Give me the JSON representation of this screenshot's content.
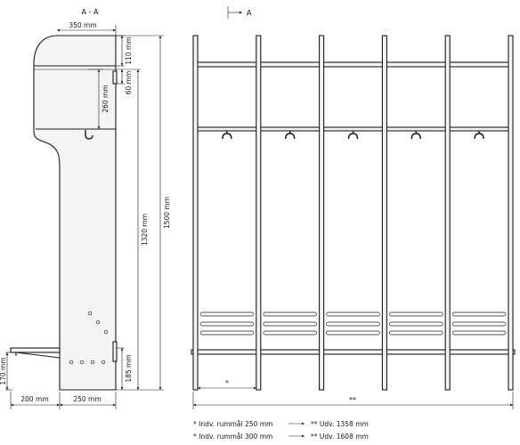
{
  "section_label": "A - A",
  "section_marker": "A",
  "dimensions": {
    "top_width": "350 mm",
    "top_shelf": "110 mm",
    "gap_small": "60 mm",
    "hook_height": "260 mm",
    "inner_height": "1320 mm",
    "total_height": "1500 mm",
    "bench_height": "170 mm",
    "foot_height": "185 mm",
    "bench_depth": "200 mm",
    "base_depth": "250 mm"
  },
  "front": {
    "module_marker": "*",
    "total_marker": "**",
    "compartments": 5
  },
  "legend": [
    {
      "left": "* Indv. rummål 250 mm",
      "right": "** Udv. 1358 mm"
    },
    {
      "left": "* Indv. rummål 300 mm",
      "right": "** Udv. 1608 mm"
    }
  ]
}
